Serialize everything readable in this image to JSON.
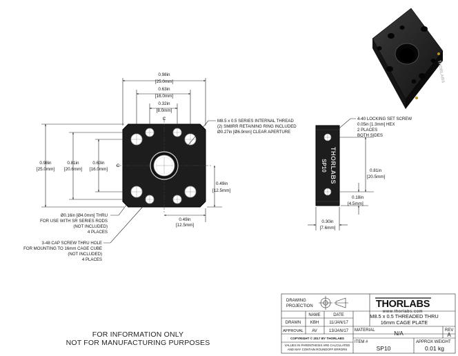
{
  "front_view": {
    "dims": {
      "w_total_in": "0.98in",
      "w_total_mm": "[25.0mm]",
      "w_rods_in": "0.63in",
      "w_rods_mm": "[16.0mm]",
      "w_holes_in": "0.32in",
      "w_holes_mm": "[8.0mm]",
      "h_total_in": "0.98in",
      "h_total_mm": "[25.0mm]",
      "h_holes_in": "0.81in",
      "h_holes_mm": "[20.6mm]",
      "h_rods_in": "0.63in",
      "h_rods_mm": "[16.0mm]",
      "center_y_in": "0.49in",
      "center_y_mm": "[12.5mm]",
      "center_x_in": "0.49in",
      "center_x_mm": "[12.5mm]"
    },
    "center_mark_top": "C",
    "center_mark_left": "C",
    "thread_note": [
      "M8.5 x 0.5 SERIES INTERNAL THREAD",
      "(2) SM8RR RETAINING RING INCLUDED",
      "Ø0.27in [Ø6.9mm] CLEAR APERTURE"
    ],
    "rod_note": [
      "Ø0.16in [Ø4.0mm] THRU",
      "FOR USE WITH SR SERIES RODS",
      "(NOT INCLUDED)",
      "4 PLACES"
    ],
    "cap_screw_note": [
      "3-48 CAP SCREW THRU HOLE",
      "FOR MOUNTING TO 16mm CAGE CUBE",
      "(NOT INCLUDED)",
      "4 PLACES"
    ]
  },
  "side_view": {
    "engraving": "THORLABS",
    "part_engraving": "SP10",
    "setscrew_note": [
      "4-40 LOCKING SET SCREW",
      "0.05in [1.3mm] HEX",
      "2 PLACES",
      "BOTH SIDES"
    ],
    "dims": {
      "h_screws_in": "0.81in",
      "h_screws_mm": "[20.5mm]",
      "screw_offset_in": "0.18in",
      "screw_offset_mm": "[4.5mm]",
      "thickness_in": "0.30in",
      "thickness_mm": "[7.6mm]"
    }
  },
  "iso_view": {
    "engraving": "THORLABS"
  },
  "footer": {
    "line1": "FOR INFORMATION ONLY",
    "line2": "NOT FOR MANUFACTURING PURPOSES"
  },
  "title_block": {
    "drawing_projection": [
      "DRAWING",
      "PROJECTION"
    ],
    "logo": "THORLABS",
    "url": "www.thorlabs.com",
    "col_name": "NAME",
    "col_date": "DATE",
    "drawn_label": "DRAWN",
    "drawn_name": "KBH",
    "drawn_date": "11/JAN/17",
    "approval_label": "APPROVAL",
    "approval_name": "AV",
    "approval_date": "13/JAN/17",
    "copyright": "COPYRIGHT © 2017 BY THORLABS",
    "disclaimer": [
      "VALUES IN PARENTHESIS ARE CALCULATED",
      "AND MAY CONTAIN ROUNDOFF ERRORS"
    ],
    "description": [
      "M8.5 x 0.5 THREADED THRU",
      "16mm CAGE PLATE"
    ],
    "material_label": "MATERIAL",
    "material_value": "N/A",
    "rev_label": "REV",
    "rev_value": "A",
    "item_label": "ITEM #",
    "item_value": "SP10",
    "weight_label": "APPROX WEIGHT",
    "weight_value": "0.01 kg"
  }
}
